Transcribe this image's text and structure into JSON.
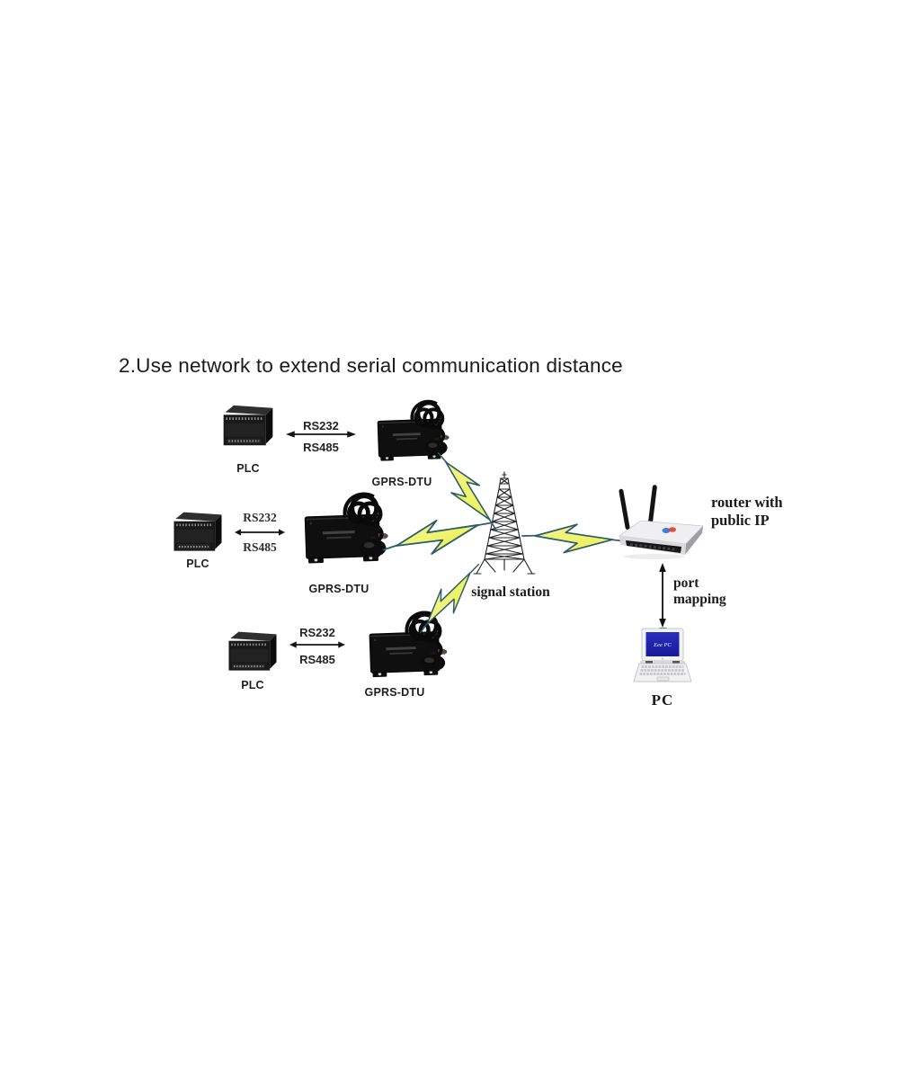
{
  "title": "2.Use network to extend serial communication distance",
  "rows": [
    {
      "plc": "PLC",
      "serial_a": "RS232",
      "serial_b": "RS485",
      "dtu": "GPRS-DTU"
    },
    {
      "plc": "PLC",
      "serial_a": "RS232",
      "serial_b": "RS485",
      "dtu": "GPRS-DTU"
    },
    {
      "plc": "PLC",
      "serial_a": "RS232",
      "serial_b": "RS485",
      "dtu": "GPRS-DTU"
    }
  ],
  "tower": {
    "label": "signal station"
  },
  "router": {
    "label_line1": "router with",
    "label_line2": "public IP"
  },
  "port_mapping": {
    "label_line1": "port",
    "label_line2": "mapping"
  },
  "pc": {
    "label": "PC",
    "screen_text": "Eee PC"
  },
  "colors": {
    "bolt_fill_light": "#f6f79b",
    "bolt_fill": "#e9ef3f",
    "bolt_outline": "#2a5b6e",
    "text": "#1a1a1a",
    "laptop_screen": "#2a2ec0"
  }
}
